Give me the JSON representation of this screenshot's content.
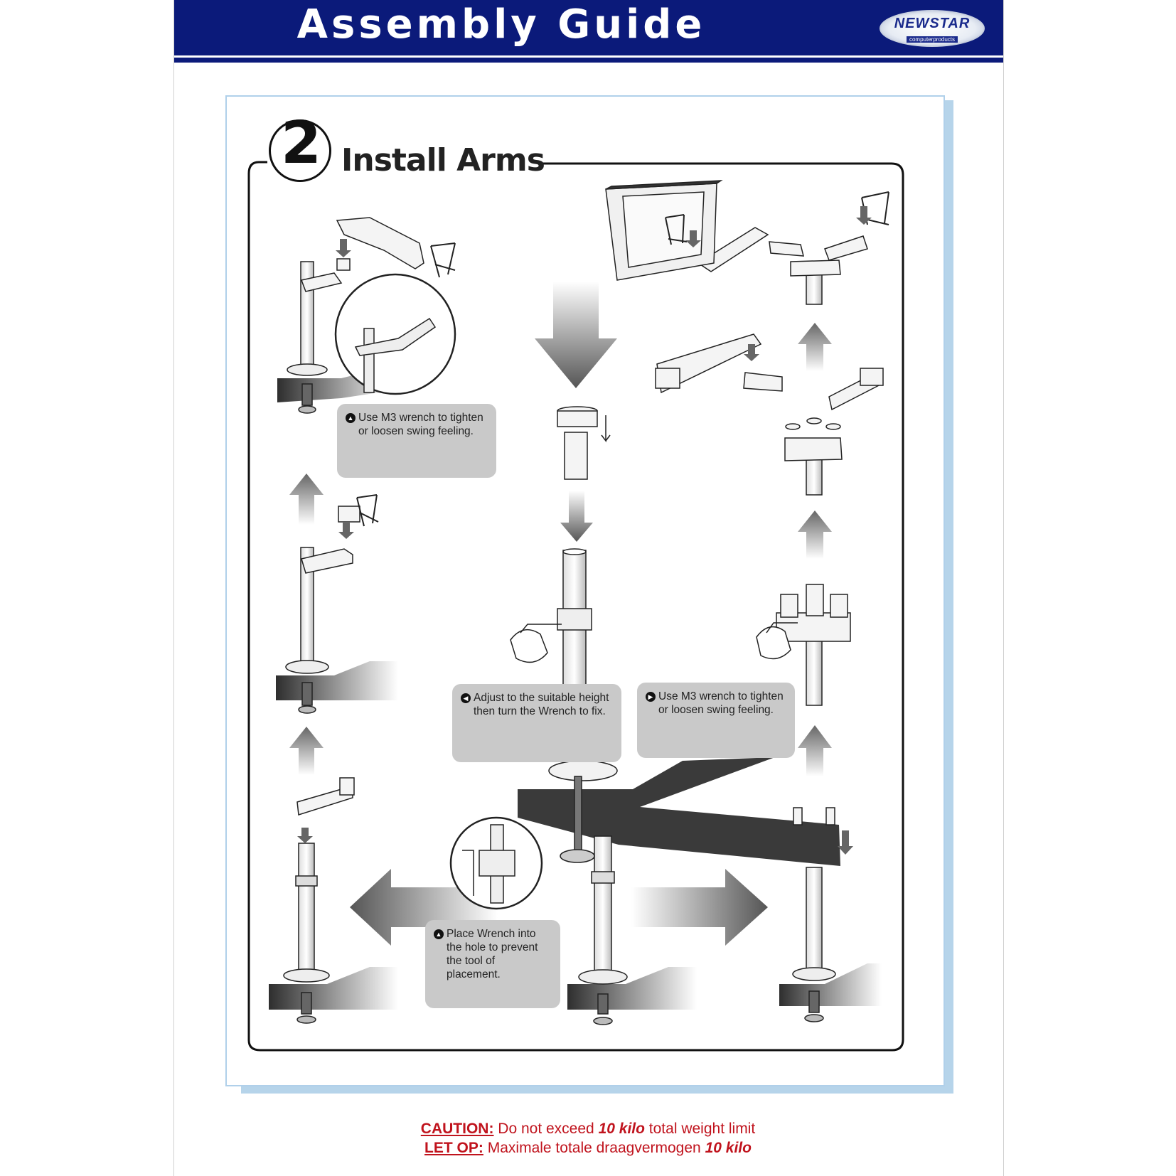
{
  "header": {
    "title": "Assembly Guide",
    "brand": "NEWSTAR",
    "brand_sub": "computerproducts"
  },
  "step": {
    "number": "2",
    "title": "Install Arms"
  },
  "notes": {
    "swing_top": "Use M3 wrench to tighten or loosen swing feeling.",
    "height": "Adjust to the suitable height then turn the Wrench to fix.",
    "swing_right": "Use M3 wrench to tighten or loosen swing feeling.",
    "wrench": "Place Wrench into the hole to prevent the tool of placement."
  },
  "caution": {
    "label": "CAUTION:",
    "text_before": "Do not exceed",
    "amount": "10 kilo",
    "text_after": "total weight limit"
  },
  "letop": {
    "label": "LET OP:",
    "text": "Maximale totale draagvermogen",
    "amount": "10 kilo"
  },
  "colors": {
    "header_bg": "#0b1a7a",
    "frame_border": "#b0d0ea",
    "frame_shadow": "#b6d4ea",
    "note_bg": "#c9c9c9",
    "caution_red": "#c0131d",
    "desk": "#3a3a3a"
  },
  "icons": [
    "up-arrow-bullet-icon",
    "left-arrow-bullet-icon",
    "right-arrow-bullet-icon"
  ]
}
